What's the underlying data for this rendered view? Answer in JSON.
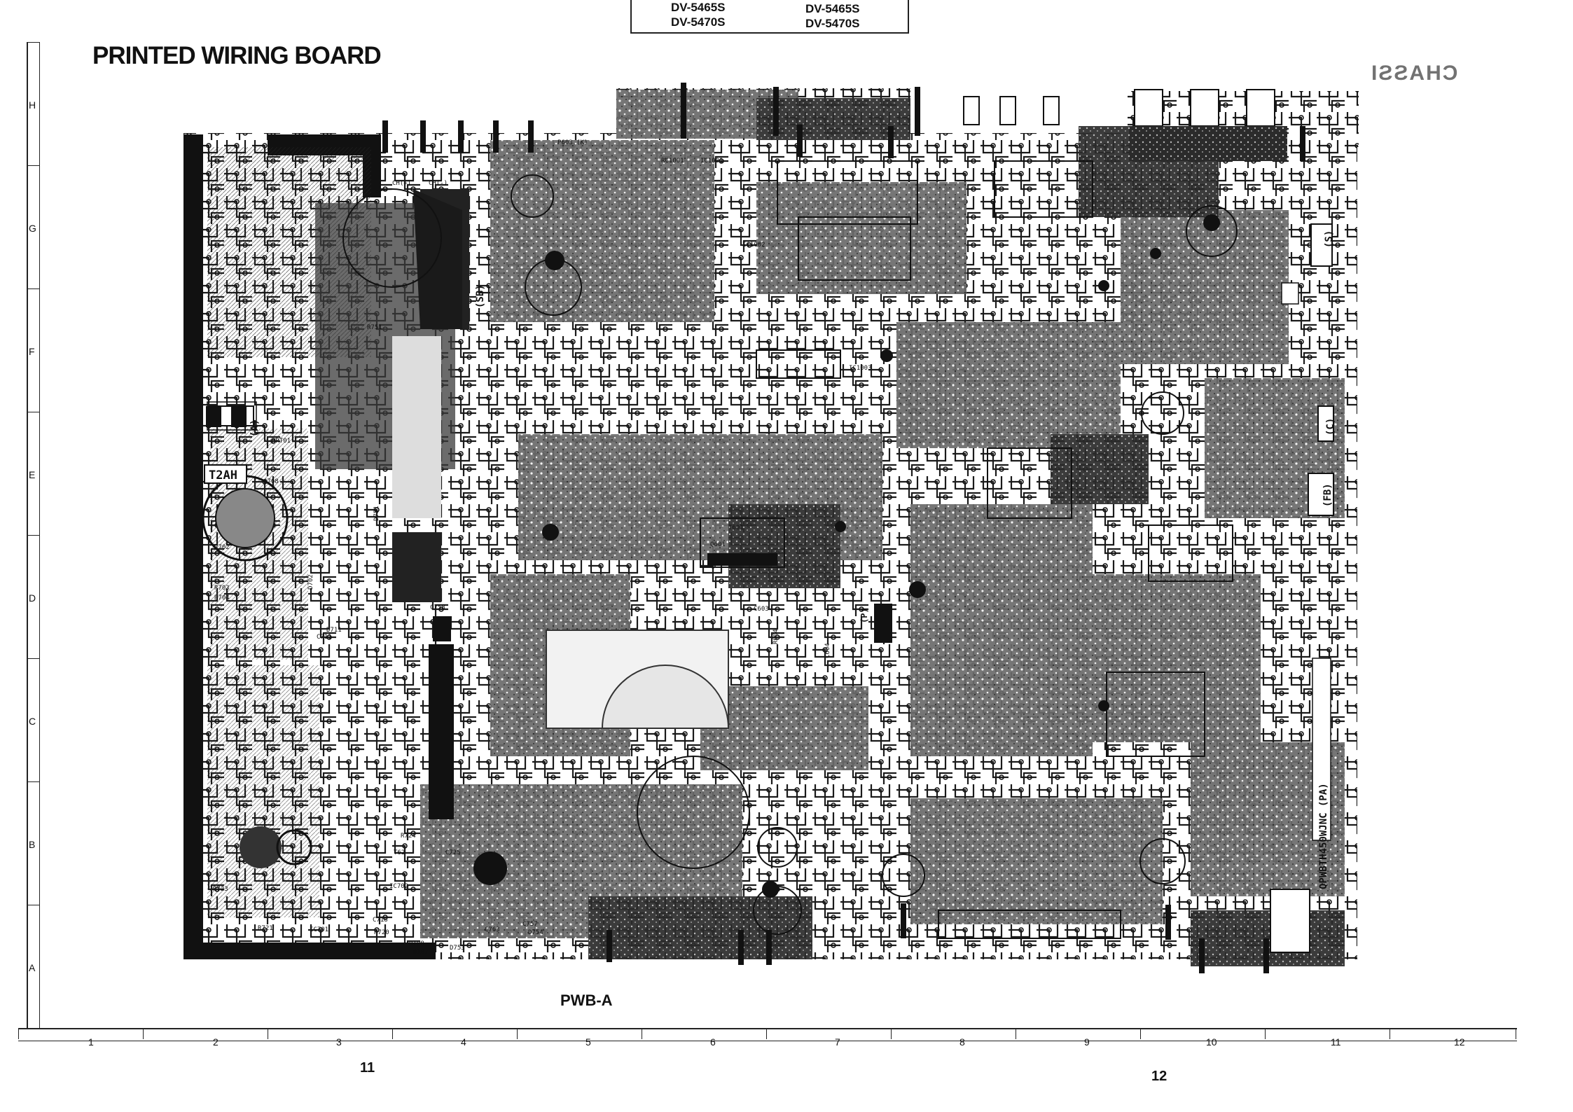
{
  "header": {
    "models_left": [
      "DV-5465S",
      "DV-5470S"
    ],
    "models_right": [
      "DV-5465S",
      "DV-5470S"
    ]
  },
  "title": "PRINTED WIRING BOARD",
  "mirrored_text": "CHASSI",
  "row_labels": [
    "H",
    "G",
    "F",
    "E",
    "D",
    "C",
    "B",
    "A"
  ],
  "column_labels": [
    "1",
    "2",
    "3",
    "4",
    "5",
    "6",
    "7",
    "8",
    "9",
    "10",
    "11",
    "12"
  ],
  "board_label": "PWB-A",
  "page_numbers": [
    "11",
    "12"
  ],
  "board_markings": {
    "fuse": "T2AH",
    "connector_k": "P603 (K)",
    "connector_sb": "(SB)",
    "connector_a": "(A)",
    "connector_s": "(S)",
    "connector_c": "(C)",
    "connector_fb": "(FB)",
    "connector_p": "(P)",
    "part_code": "QPWBTH450WJNC (PA)",
    "transformer": "T601",
    "components": [
      "C708",
      "R702",
      "R703",
      "R704",
      "D702",
      "C711",
      "D711",
      "R724",
      "T62",
      "C725",
      "R723",
      "R721",
      "IC702",
      "C718",
      "IC701",
      "R720",
      "C757",
      "D754",
      "C763",
      "D753",
      "PRT01",
      "CH(+)",
      "CH(-)",
      "IC1001",
      "IC1003",
      "IC1002",
      "RC1001",
      "Q601",
      "C603",
      "R604",
      "C604",
      "D108",
      "D107",
      "R751",
      "D751",
      "C758",
      "C604"
    ]
  },
  "colors": {
    "ink": "#111111",
    "paper": "#ffffff",
    "copper_dark": "#1a1a1a",
    "copper_mid": "#555555"
  }
}
